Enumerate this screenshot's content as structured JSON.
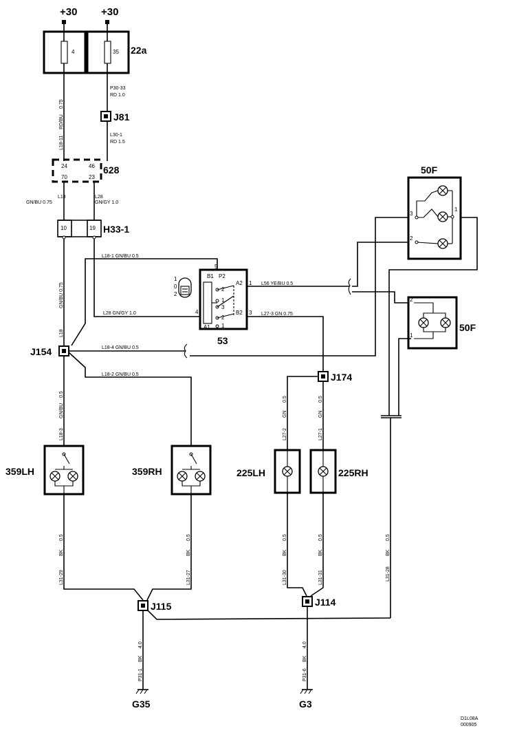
{
  "supply": {
    "left": "+30",
    "right": "+30"
  },
  "components": {
    "fusebox": "22a",
    "fuse_left_num": "4",
    "fuse_right_num": "35",
    "connector_j81": "J81",
    "connector_628": "628",
    "connector_h33": "H33-1",
    "switch53": "53",
    "j154": "J154",
    "j174": "J174",
    "j115": "J115",
    "j114": "J114",
    "lamp_359lh": "359LH",
    "lamp_359rh": "359RH",
    "lamp_225lh": "225LH",
    "lamp_225rh": "225RH",
    "unit_50f_top": "50F",
    "unit_50f_mid": "50F",
    "ground_left": "G35",
    "ground_right": "G3"
  },
  "pins": {
    "p628_24": "24",
    "p628_46": "46",
    "p628_70": "70",
    "p628_23": "23",
    "h33_10": "10",
    "h33_19": "19",
    "s53_5": "5",
    "s53_b1": "B1",
    "s53_a2": "A2",
    "s53_1": "1",
    "s53_a1": "A1",
    "s53_4": "4",
    "s53_b2": "B2",
    "s53_3": "3",
    "s53_p2": "P2",
    "s53_i2": "2",
    "s53_i1": "1",
    "s53_i3": "3",
    "s53_i2b": "2",
    "s53_i1b": "1",
    "sym_1": "1",
    "sym_0": "0",
    "sym_2": "2",
    "f50_3": "3",
    "f50_1": "1",
    "f50_2": "2",
    "m50_2": "2",
    "m50_1": "1"
  },
  "wires": {
    "w_l1811": "L18-11",
    "w_rdbu": "RD/BU",
    "w_075a": "0.75",
    "w_p3033": "P30-33",
    "w_rd10": "RD   1.0",
    "w_l301": "L30-1",
    "w_rd15": "RD   1.5",
    "w_l18": "L18",
    "w_gnbu075": "GN/BU   0.75",
    "w_l28": "L28",
    "w_gngy10": "GN/GY   1.0",
    "w_l181top": "L18-1     GN/BU    0.5",
    "w_l28h": "L28     GN/GY    1.0",
    "w_l184": "L18-4     GN/BU    0.5",
    "w_l182": "L18-2     GN/BU    0.5",
    "w_l56": "L56     YE/BU    0.5",
    "w_l273": "L27-3     GN     0.75",
    "w_l18v": "L18",
    "w_gnbu075v": "GN/BU   0.75",
    "w_l183": "L18-3",
    "w_gnbu05": "GN/BU",
    "w_05a": "0.5",
    "w_l272": "L27-2",
    "w_gn2": "GN",
    "w_05b": "0.5",
    "w_l271": "L27-1",
    "w_gn1": "GN",
    "w_05c": "0.5",
    "w_l3129": "L31-29",
    "w_bk1": "BK",
    "w_05d": "0.5",
    "w_l3127": "L31-27",
    "w_bk2": "BK",
    "w_05e": "0.5",
    "w_l3130": "L31-30",
    "w_bk3": "BK",
    "w_05f": "0.5",
    "w_l3131": "L31-31",
    "w_bk4": "BK",
    "w_05g": "0.5",
    "w_l3128": "L31-28",
    "w_bk5": "BK",
    "w_05h": "0.5",
    "w_p311": "P31-1",
    "w_bk6": "BK",
    "w_40a": "4.0",
    "w_p316": "P31-6",
    "w_bk7": "BK",
    "w_40b": "4.0"
  },
  "footer": {
    "code": "D1L08A",
    "date": "000905"
  }
}
